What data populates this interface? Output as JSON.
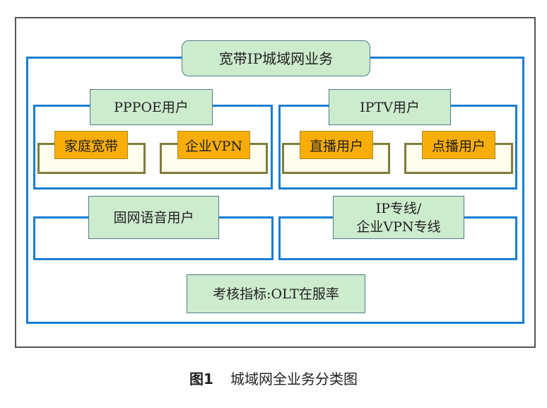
{
  "diagram": {
    "title": "宽带IP城域网业务",
    "groups": [
      {
        "label": "PPPOE用户",
        "children": [
          "家庭宽带",
          "企业VPN"
        ]
      },
      {
        "label": "IPTV用户",
        "children": [
          "直播用户",
          "点播用户"
        ]
      },
      {
        "label": "固网语音用户",
        "children": []
      },
      {
        "label_lines": [
          "IP专线/",
          "企业VPN专线"
        ],
        "children": []
      }
    ],
    "kpi": "考核指标:OLT在服率"
  },
  "caption": {
    "number": "图1",
    "text": "城域网全业务分类图"
  },
  "colors": {
    "outer_border": "#1a7ed1",
    "label_fill": "#cdebcd",
    "sub_label_fill": "#f8ad08",
    "sub_box_border": "#807c3c",
    "sub_box_fill": "#fffdee"
  }
}
